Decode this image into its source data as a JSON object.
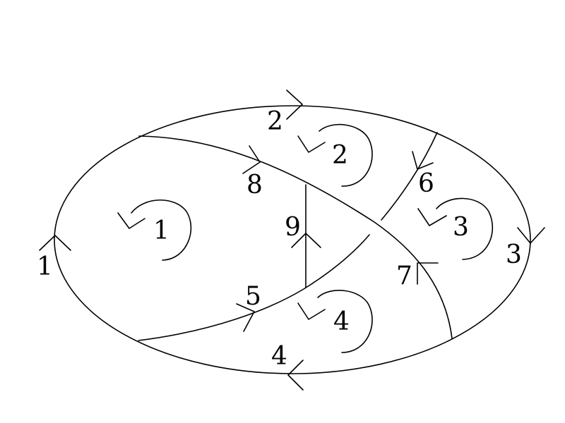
{
  "diagram": {
    "line_color": "#000000",
    "background": "#ffffff",
    "branch_labels": {
      "b1": "1",
      "b2": "2",
      "b3": "3",
      "b4": "4",
      "b5": "5",
      "b6": "6",
      "b7": "7",
      "b8": "8",
      "b9": "9"
    },
    "mesh_labels": {
      "m1": "1",
      "m2": "2",
      "m3": "3",
      "m4": "4"
    },
    "arrow_icons": [
      "arrowhead-icon"
    ],
    "mesh_arrow_icons": [
      "counterclockwise-arrow-icon"
    ]
  }
}
